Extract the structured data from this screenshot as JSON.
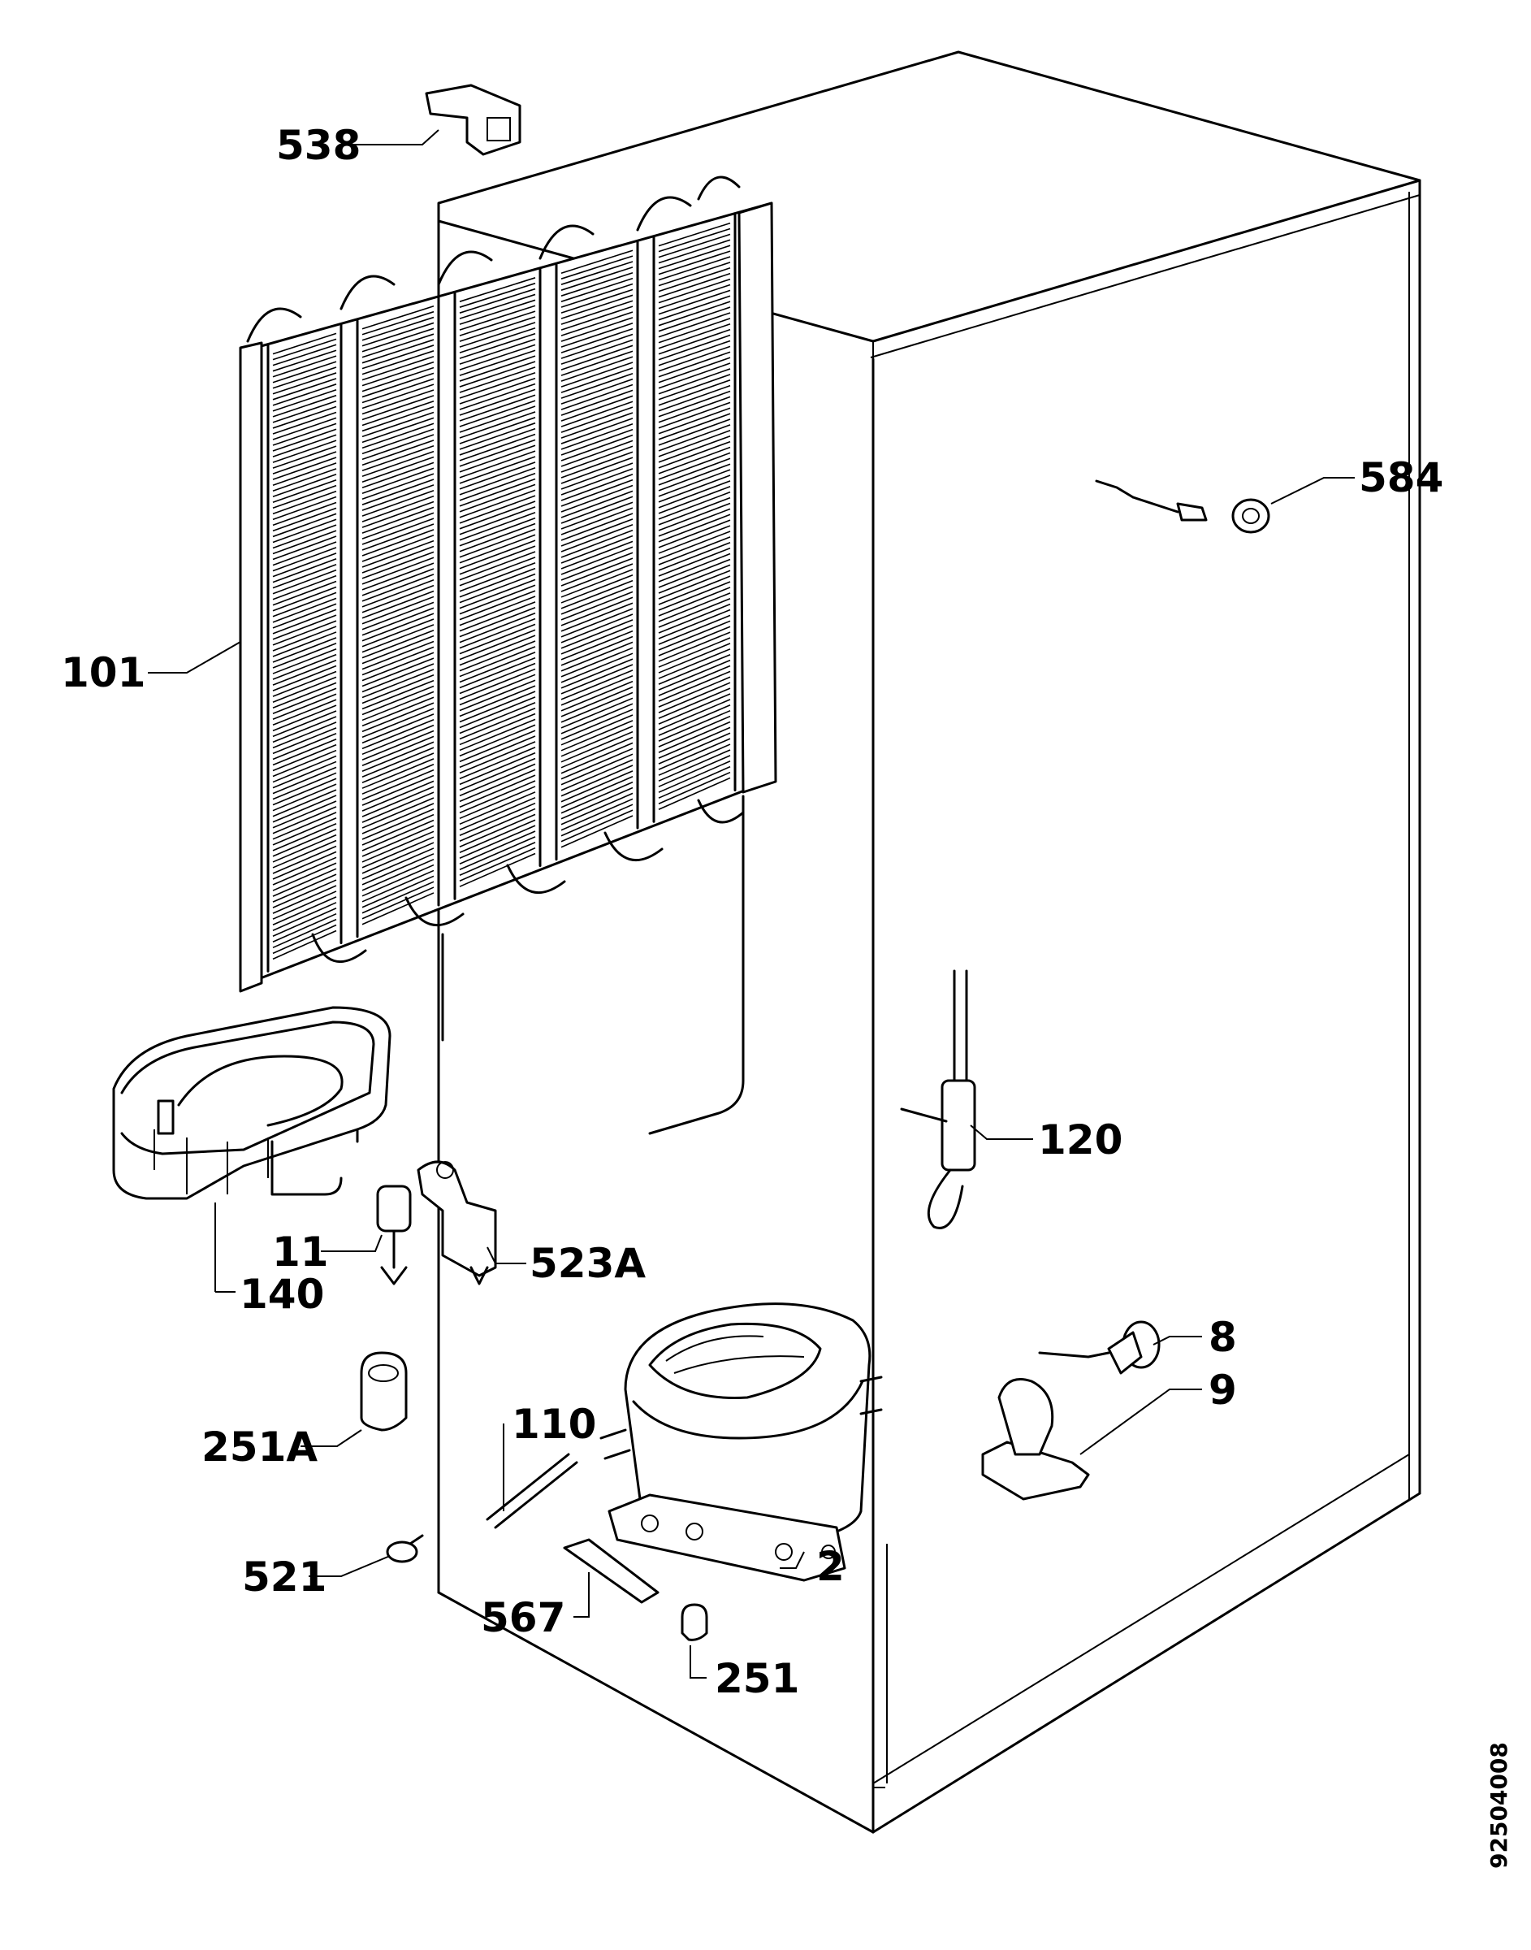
{
  "diagram": {
    "document_number": "92504008",
    "labels": {
      "p538": "538",
      "p584": "584",
      "p101": "101",
      "p120": "120",
      "p11": "11",
      "p523A": "523A",
      "p140": "140",
      "p8": "8",
      "p9": "9",
      "p110": "110",
      "p251A": "251A",
      "p2": "2",
      "p521": "521",
      "p567": "567",
      "p251": "251"
    }
  }
}
